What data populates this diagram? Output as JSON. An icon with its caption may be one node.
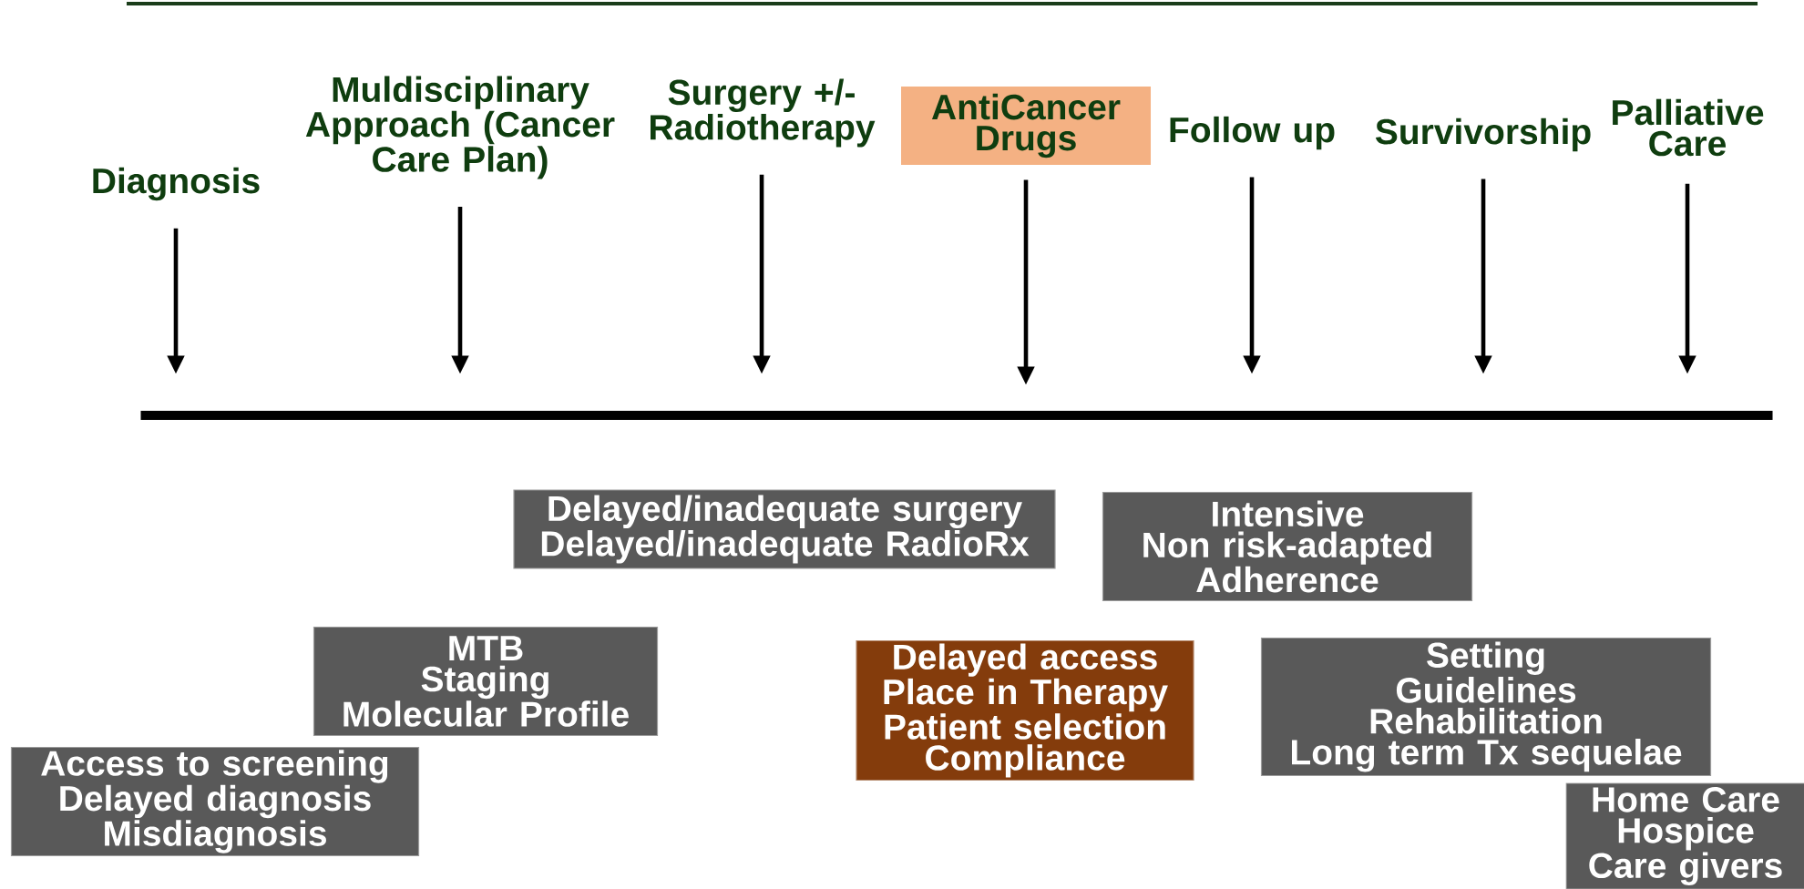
{
  "diagram": {
    "nodes": [
      {
        "text": [
          "Diagnosis"
        ]
      },
      {
        "text": [
          "Muldisciplinary Approach (Cancer Care Plan)"
        ]
      },
      {
        "text": [
          "Surgery +/- Radiotherapy"
        ]
      },
      {
        "text": [
          "AntiCancer Drugs"
        ]
      },
      {
        "text": [
          "Follow up"
        ]
      },
      {
        "text": [
          "Survivorship"
        ]
      },
      {
        "text": [
          "Palliative Care"
        ]
      },
      {
        "text": [],
        "shape": "bar"
      },
      {
        "text": [
          "Delayed/inadequate surgery",
          "Delayed/inadequate RadioRx"
        ]
      },
      {
        "text": [
          "Intensive",
          "Non risk-adapted",
          "Adherence"
        ]
      },
      {
        "text": [
          "MTB",
          "Staging",
          "Molecular Profile"
        ]
      },
      {
        "text": [
          "Delayed access",
          "Place in Therapy",
          "Patient selection",
          "Compliance"
        ]
      },
      {
        "text": [
          "Setting",
          "Guidelines",
          "Rehabilitation",
          "Long term Tx sequelae"
        ]
      },
      {
        "text": [
          "Access to screening",
          "Delayed diagnosis",
          "Misdiagnosis"
        ]
      },
      {
        "text": [
          "Home Care",
          "Hospice",
          "Care givers"
        ]
      }
    ],
    "edges": [
      {
        "from": 0,
        "to": 7,
        "arrow": "to"
      },
      {
        "from": 1,
        "to": 7,
        "arrow": "to"
      },
      {
        "from": 2,
        "to": 7,
        "arrow": "to"
      },
      {
        "from": 3,
        "to": 7,
        "arrow": "to"
      },
      {
        "from": 4,
        "to": 7,
        "arrow": "to"
      },
      {
        "from": 5,
        "to": 7,
        "arrow": "to"
      },
      {
        "from": 6,
        "to": 7,
        "arrow": "to"
      }
    ]
  }
}
